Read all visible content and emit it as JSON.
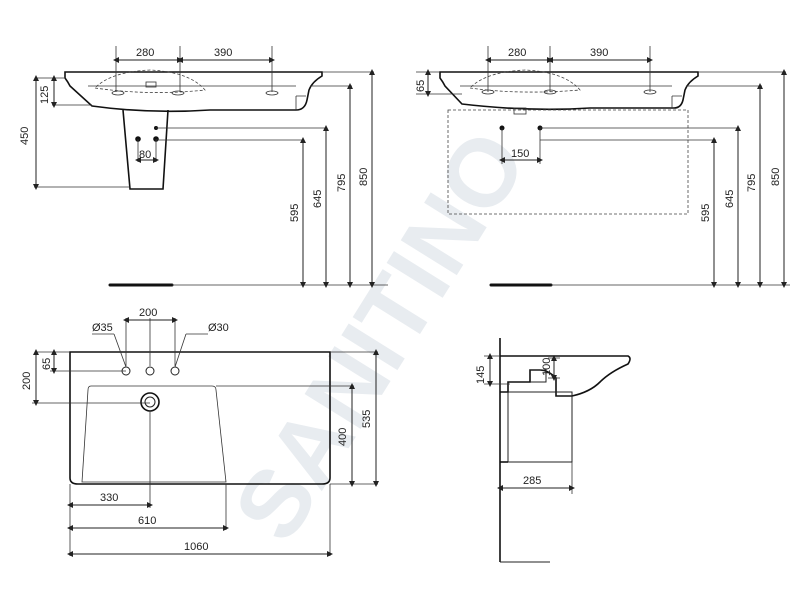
{
  "watermark": {
    "text": "SANITINO"
  },
  "views": {
    "front_pedestal": {
      "dims": {
        "tap_left": "280",
        "tap_right": "390",
        "bowl_depth": "125",
        "pedestal_top": "450",
        "pedestal_spacing": "80",
        "h_595": "595",
        "h_645": "645",
        "h_795": "795",
        "h_850": "850"
      }
    },
    "front_cabinet": {
      "dims": {
        "tap_left": "280",
        "tap_right": "390",
        "rim_height": "65",
        "waste_spacing": "150",
        "h_595": "595",
        "h_645": "645",
        "h_795": "795",
        "h_850": "850"
      }
    },
    "top": {
      "dims": {
        "tap_hole_diameter": "Ø35",
        "overflow_diameter": "Ø30",
        "hole_spacing": "200",
        "edge_to_holes": "65",
        "edge_to_waste": "200",
        "bowl_width": "400",
        "total_depth": "535",
        "waste_offset": "330",
        "bowl_length": "610",
        "total_length": "1060"
      }
    },
    "side": {
      "dims": {
        "rim_depth": "145",
        "bowl_drop": "100",
        "wall_offset": "285"
      }
    }
  }
}
